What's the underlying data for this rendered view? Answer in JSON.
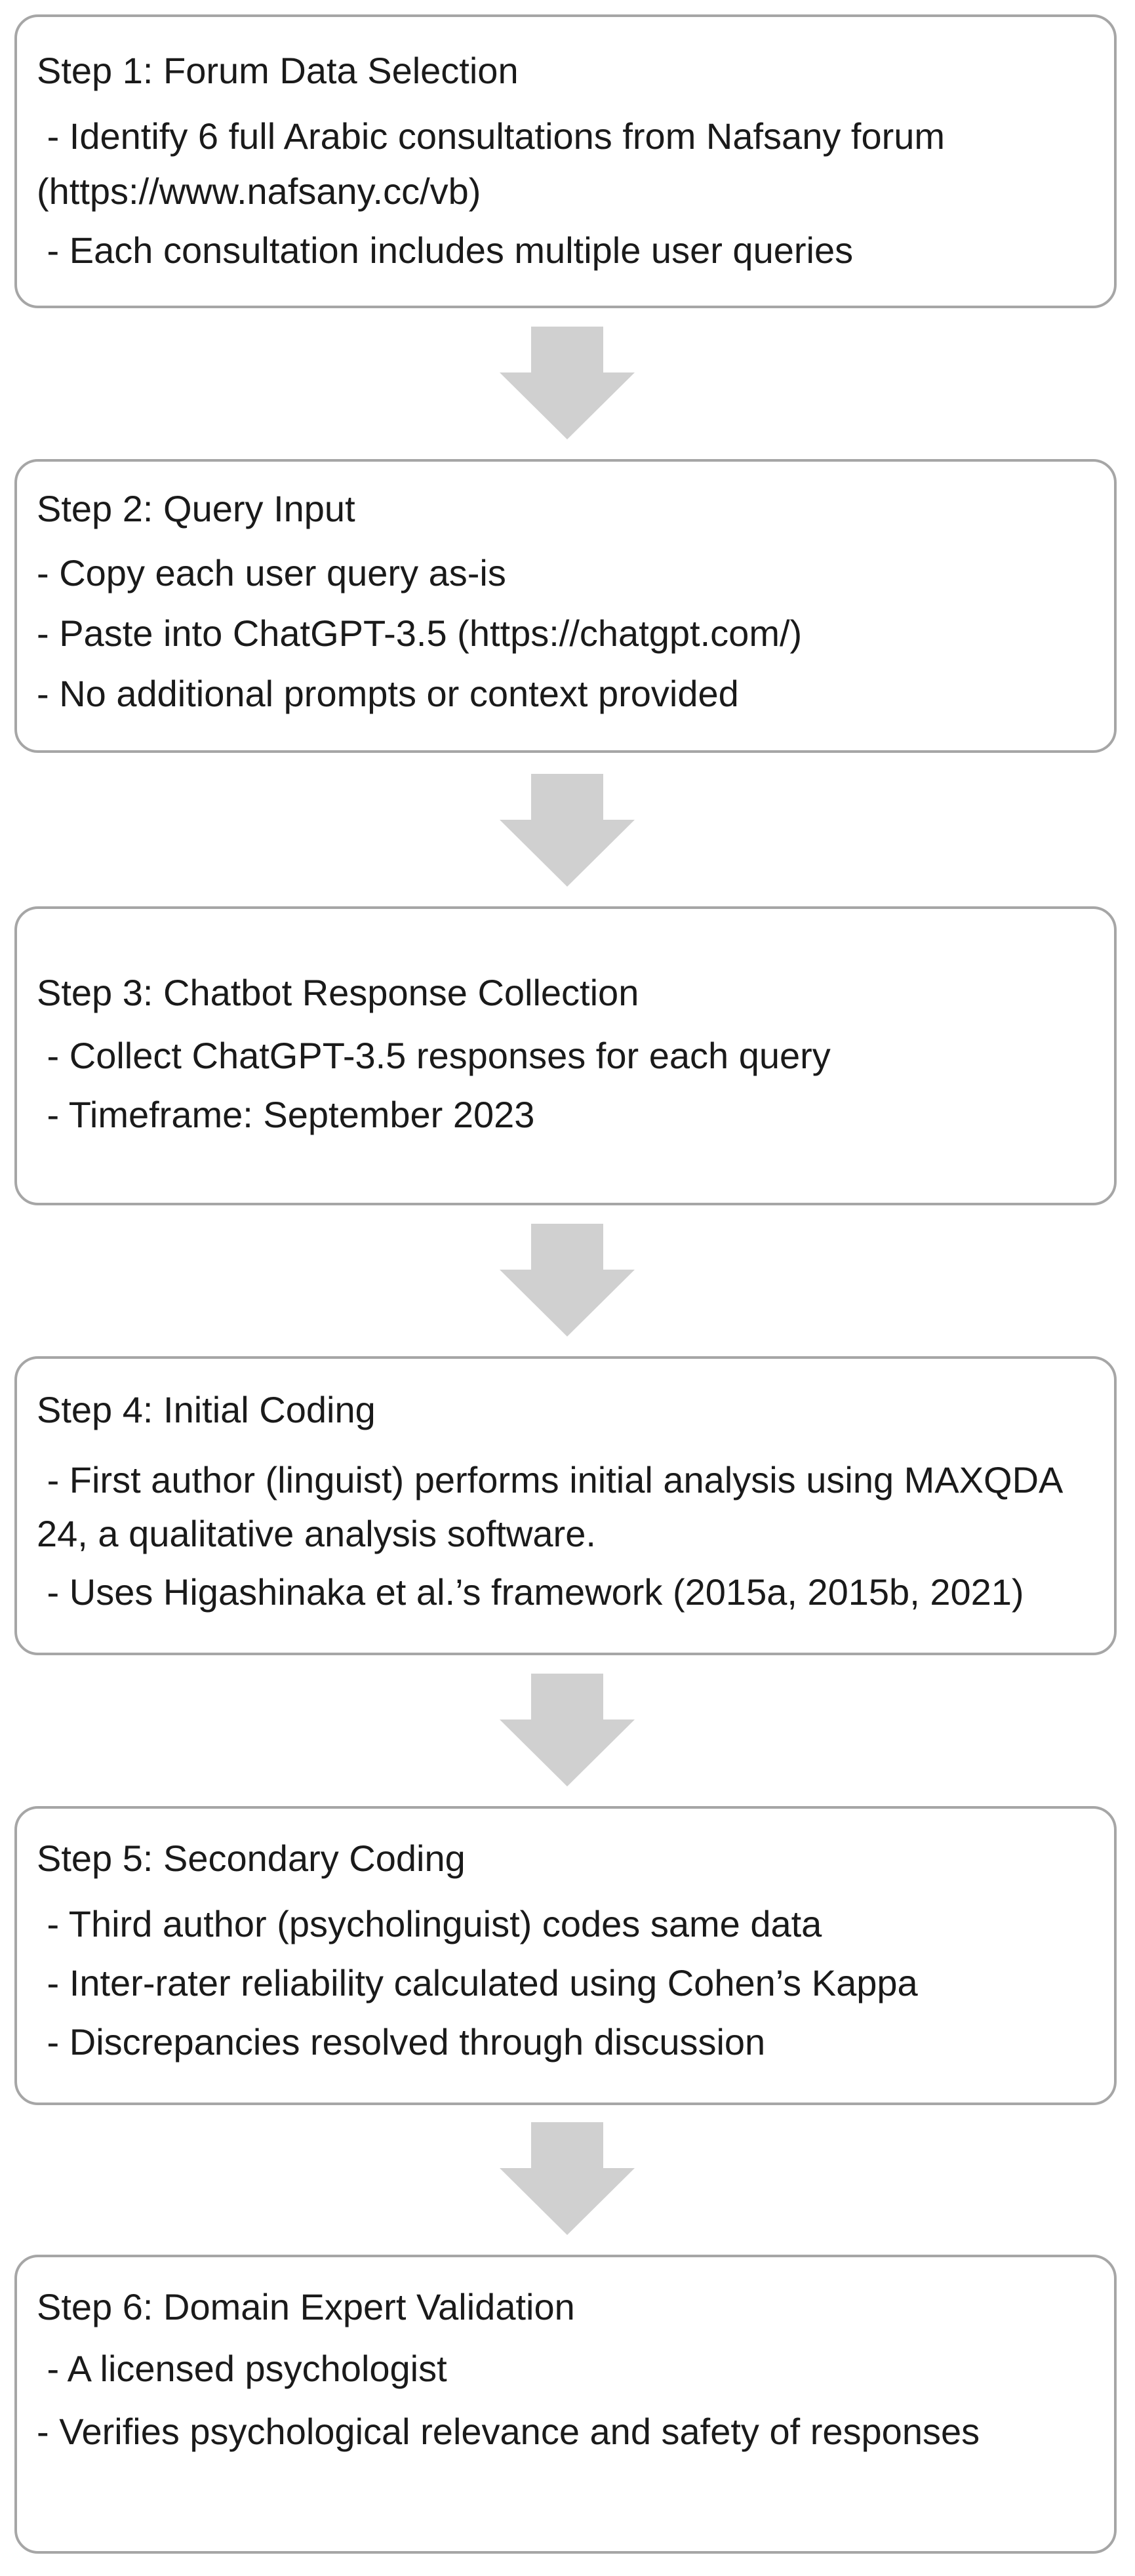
{
  "steps": [
    {
      "title": "Step 1: Forum Data Selection",
      "lines": [
        " - Identify 6 full Arabic consultations from Nafsany forum (https://www.nafsany.cc/vb)",
        " - Each consultation includes multiple user queries"
      ]
    },
    {
      "title": "Step 2: Query Input",
      "lines": [
        "- Copy each user query as-is",
        "- Paste into ChatGPT-3.5 (https://chatgpt.com/)",
        "- No additional prompts or context provided"
      ]
    },
    {
      "title": "Step 3: Chatbot Response Collection",
      "lines": [
        " - Collect ChatGPT-3.5 responses for each query",
        " - Timeframe: September 2023"
      ]
    },
    {
      "title": "Step 4: Initial Coding",
      "lines": [
        " - First author (linguist) performs initial analysis using MAXQDA 24, a qualitative analysis software.",
        " - Uses Higashinaka et al.’s framework (2015a, 2015b, 2021)"
      ]
    },
    {
      "title": "Step 5: Secondary Coding",
      "lines": [
        " - Third author (psycholinguist) codes same data",
        " - Inter-rater reliability calculated using Cohen’s Kappa",
        " - Discrepancies resolved through discussion"
      ]
    },
    {
      "title": "Step 6: Domain Expert Validation",
      "lines": [
        " - A licensed psychologist",
        "- Verifies psychological relevance and safety of responses"
      ]
    }
  ],
  "colors": {
    "box_border": "#a6a6a6",
    "arrow_fill": "#d0d0d0",
    "text": "#1a1a1a"
  }
}
